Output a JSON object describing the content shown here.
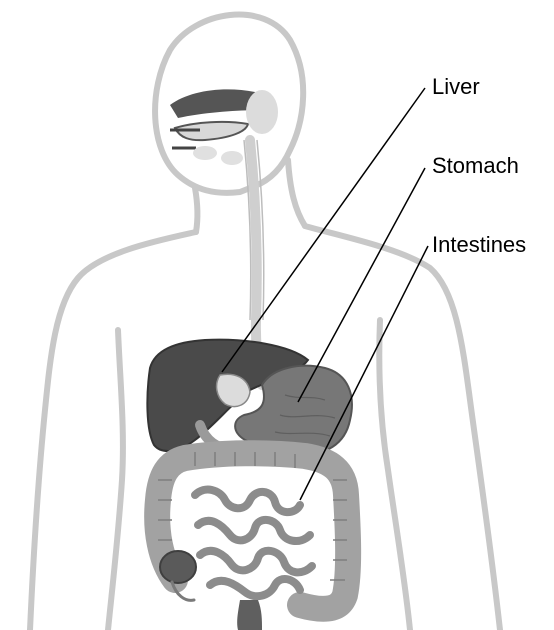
{
  "labels": {
    "liver": "Liver",
    "stomach": "Stomach",
    "intestines": "Intestines"
  },
  "colors": {
    "outline": "#c8c8c8",
    "liver": "#4a4a4a",
    "stomach": "#777777",
    "intestine": "#a0a0a0",
    "intestine_dark": "#8a8a8a",
    "esophagus": "#d0d0d0",
    "leader": "#000000"
  }
}
